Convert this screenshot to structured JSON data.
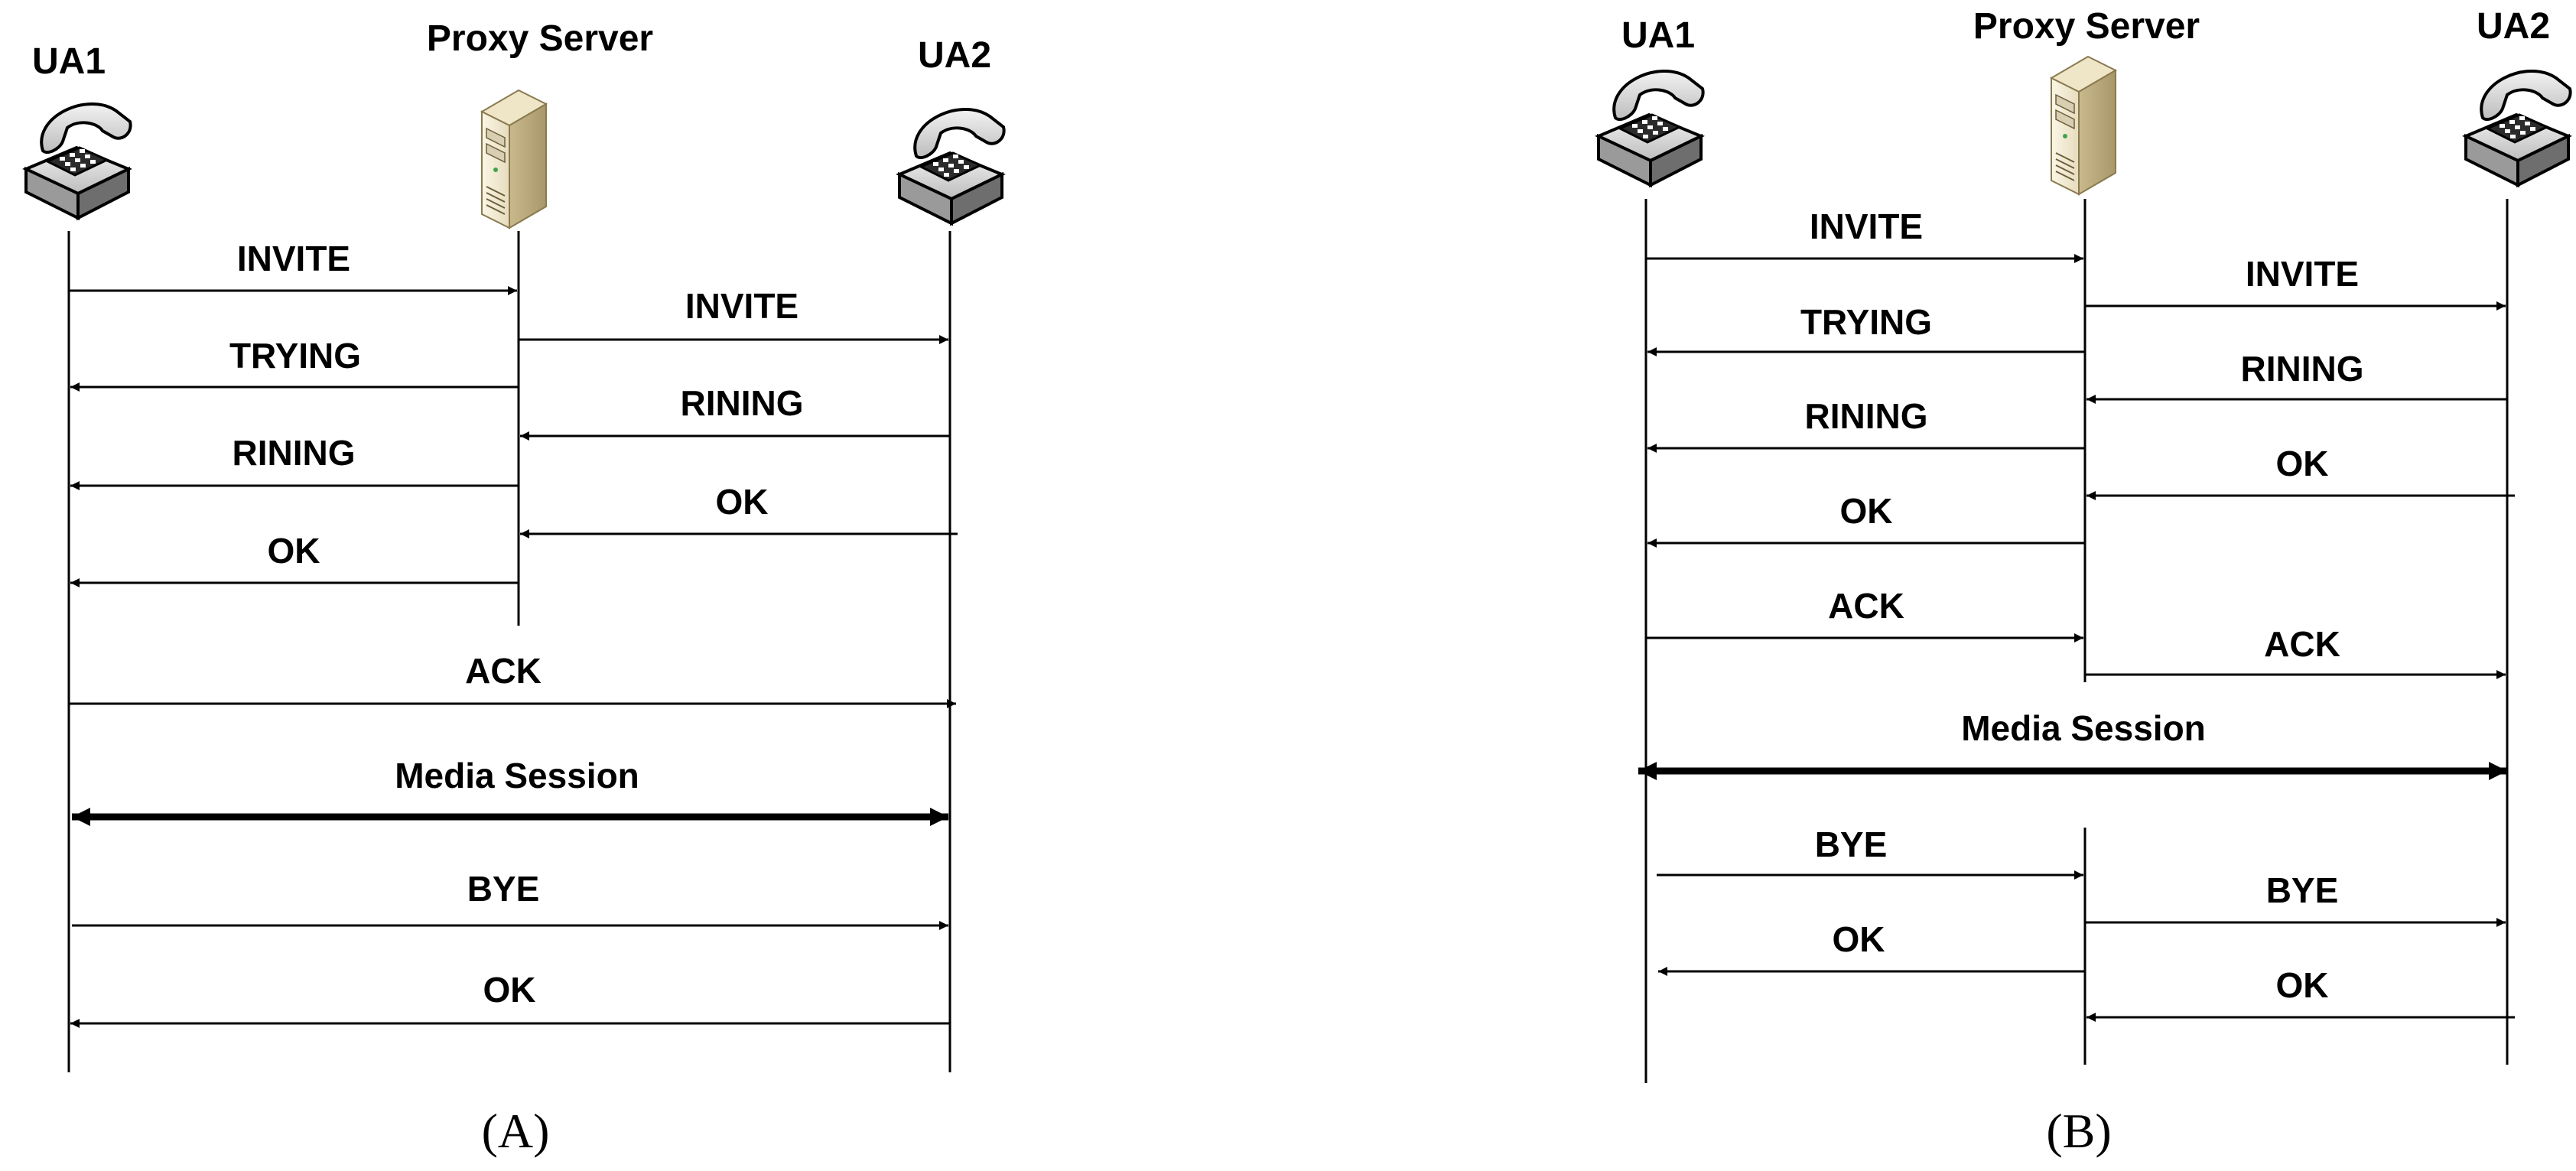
{
  "panels": [
    {
      "id": "A",
      "caption": "(A)",
      "ua1_label": "UA1",
      "proxy_label": "Proxy Server",
      "ua2_label": "UA2",
      "messages": [
        {
          "label": "INVITE",
          "from": "UA1",
          "to": "Proxy Server"
        },
        {
          "label": "INVITE",
          "from": "Proxy Server",
          "to": "UA2"
        },
        {
          "label": "TRYING",
          "from": "Proxy Server",
          "to": "UA1"
        },
        {
          "label": "RINING",
          "from": "UA2",
          "to": "Proxy Server"
        },
        {
          "label": "RINING",
          "from": "Proxy Server",
          "to": "UA1"
        },
        {
          "label": "OK",
          "from": "UA2",
          "to": "Proxy Server"
        },
        {
          "label": "OK",
          "from": "Proxy Server",
          "to": "UA1"
        },
        {
          "label": "ACK",
          "from": "UA1",
          "to": "UA2"
        },
        {
          "label": "Media Session",
          "from": "UA1",
          "to": "UA2",
          "bidirectional": true
        },
        {
          "label": "BYE",
          "from": "UA1",
          "to": "UA2"
        },
        {
          "label": "OK",
          "from": "UA2",
          "to": "UA1"
        }
      ]
    },
    {
      "id": "B",
      "caption": "(B)",
      "ua1_label": "UA1",
      "proxy_label": "Proxy Server",
      "ua2_label": "UA2",
      "messages": [
        {
          "label": "INVITE",
          "from": "UA1",
          "to": "Proxy Server"
        },
        {
          "label": "INVITE",
          "from": "Proxy Server",
          "to": "UA2"
        },
        {
          "label": "TRYING",
          "from": "Proxy Server",
          "to": "UA1"
        },
        {
          "label": "RINING",
          "from": "UA2",
          "to": "Proxy Server"
        },
        {
          "label": "RINING",
          "from": "Proxy Server",
          "to": "UA1"
        },
        {
          "label": "OK",
          "from": "UA2",
          "to": "Proxy Server"
        },
        {
          "label": "OK",
          "from": "Proxy Server",
          "to": "UA1"
        },
        {
          "label": "ACK",
          "from": "UA1",
          "to": "Proxy Server"
        },
        {
          "label": "ACK",
          "from": "Proxy Server",
          "to": "UA2"
        },
        {
          "label": "Media Session",
          "from": "UA1",
          "to": "UA2",
          "bidirectional": true
        },
        {
          "label": "BYE",
          "from": "UA1",
          "to": "Proxy Server"
        },
        {
          "label": "BYE",
          "from": "Proxy Server",
          "to": "UA2"
        },
        {
          "label": "OK",
          "from": "Proxy Server",
          "to": "UA1"
        },
        {
          "label": "OK",
          "from": "UA2",
          "to": "Proxy Server"
        }
      ]
    }
  ],
  "icons": {
    "ua": "telephone-icon",
    "proxy": "server-tower-icon"
  }
}
